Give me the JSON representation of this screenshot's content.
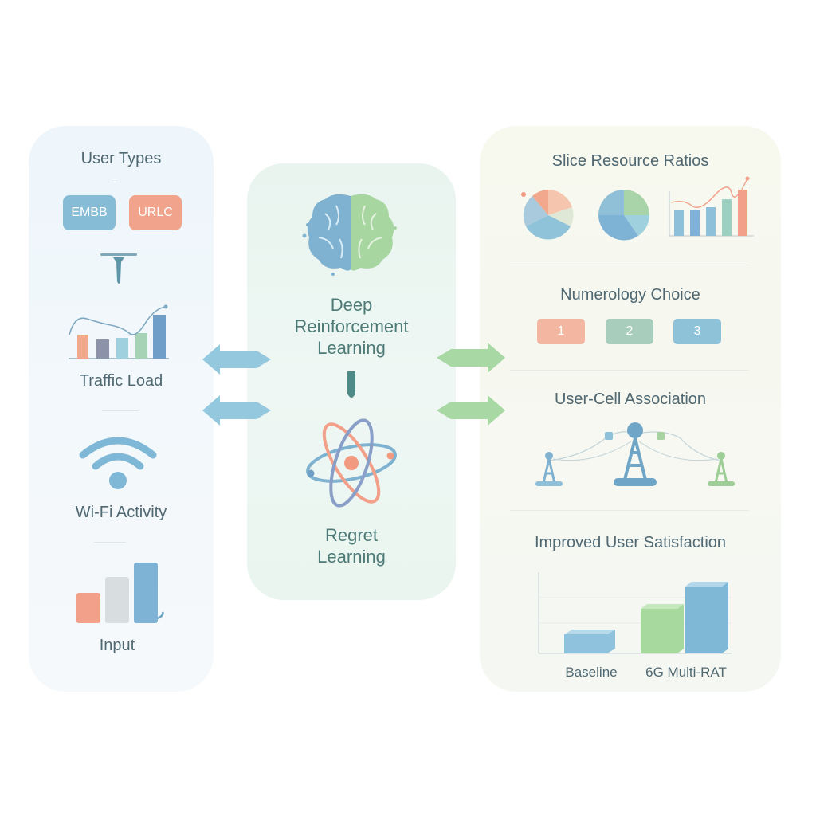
{
  "left": {
    "user_types": {
      "title": "User Types",
      "chips": [
        {
          "label": "EMBB",
          "color": "#87bcd6"
        },
        {
          "label": "URLC",
          "color": "#f1a38b"
        }
      ]
    },
    "traffic_load_label": "Traffic Load",
    "wifi_label": "Wi-Fi Activity",
    "input_label": "Input"
  },
  "center": {
    "drl_lines": [
      "Deep",
      "Reinforcement",
      "Learning"
    ],
    "regret_lines": [
      "Regret",
      "Learning"
    ]
  },
  "right": {
    "slice_title": "Slice Resource Ratios",
    "numerology": {
      "title": "Numerology Choice",
      "options": [
        {
          "label": "1",
          "color": "#f3b7a1"
        },
        {
          "label": "2",
          "color": "#a9cdbd"
        },
        {
          "label": "3",
          "color": "#8dc2d9"
        }
      ]
    },
    "association_title": "User-Cell Association",
    "satisfaction": {
      "title": "Improved User Satisfaction",
      "x_labels": [
        "Baseline",
        "6G Multi-RAT"
      ]
    }
  },
  "colors": {
    "blue": "#7fb7d6",
    "green": "#a9d79b",
    "orange": "#f29a80",
    "teal": "#4f8b86"
  }
}
